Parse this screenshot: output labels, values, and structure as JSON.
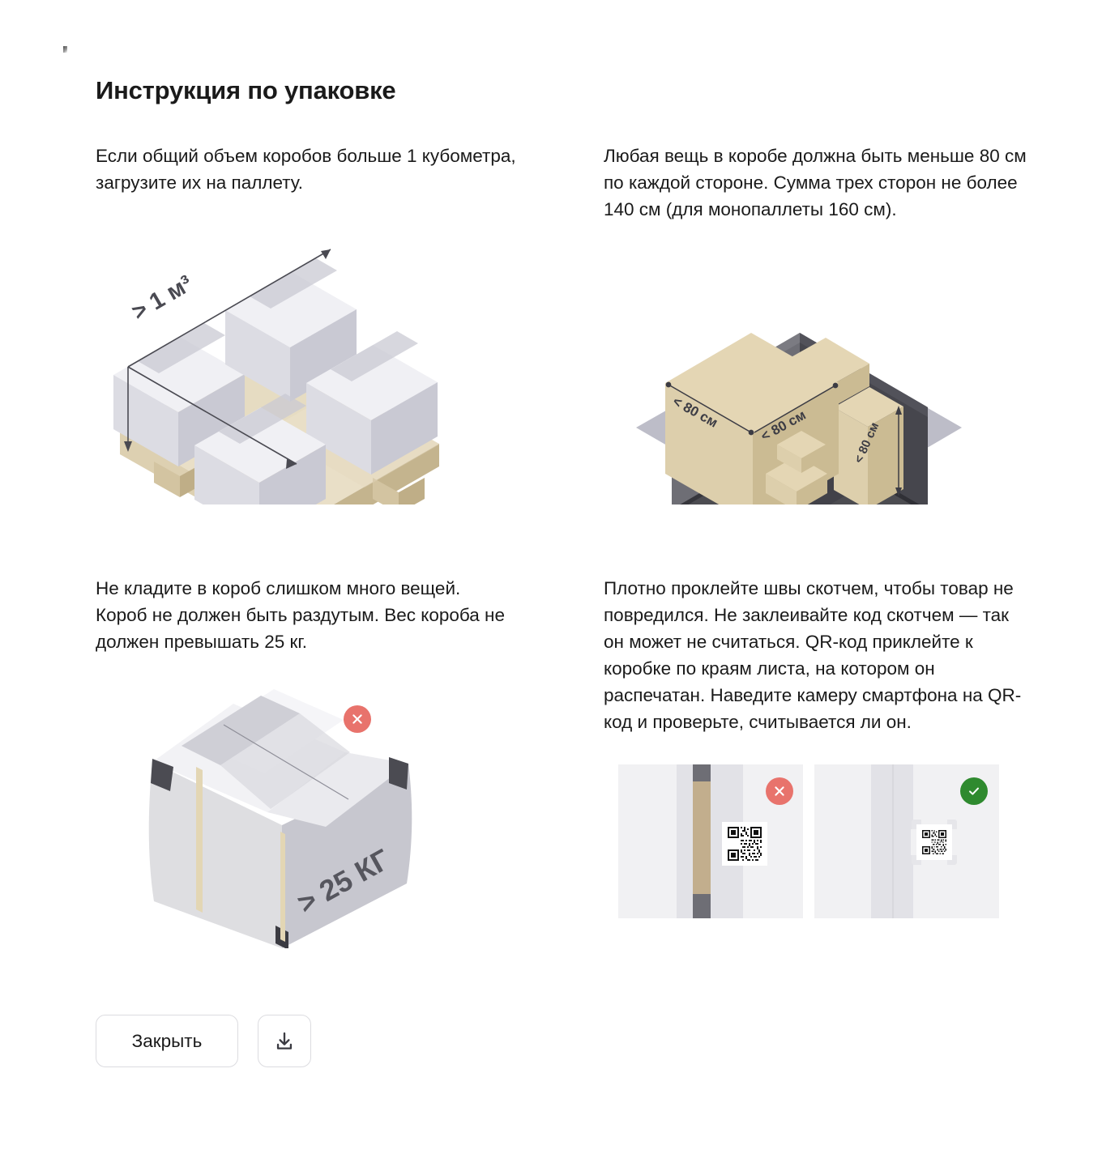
{
  "document": {
    "title": "Инструкция по упаковке"
  },
  "sections": [
    {
      "id": "pallet",
      "text": "Если общий объем коробов больше 1 кубометра, загрузите их на паллету.",
      "figure": {
        "name": "pallet-with-boxes-illustration",
        "labels": [
          "> 1 м³"
        ],
        "colors": {
          "box_top": "#f0f0f4",
          "box_left": "#d9d9e0",
          "box_right": "#c9c9d3",
          "pallet_top": "#e9dfc7",
          "pallet_front": "#d9cbab",
          "pallet_side": "#c4b48e",
          "arrow": "#4a4a52"
        }
      }
    },
    {
      "id": "dimensions",
      "text": "Любая вещь в коробе должна быть меньше 80 см по каждой стороне. Сумма трех сторон не более 140 см (для монопаллеты 160 см).",
      "figure": {
        "name": "box-dimensions-illustration",
        "labels": [
          "< 80 см",
          "< 80 см",
          "< 80 см"
        ],
        "colors": {
          "wall_left": "#6e6e75",
          "wall_right": "#46464d",
          "floor": "#bdbdc8",
          "carton_top": "#e4d6b4",
          "carton_left": "#ddcfac",
          "carton_right": "#cbbb93"
        }
      }
    },
    {
      "id": "weight",
      "text": "Не кладите в короб слишком много вещей. Короб не должен быть раздутым. Вес короба не должен превышать 25 кг.",
      "figure": {
        "name": "overstuffed-box-illustration",
        "labels": [
          "> 25 КГ"
        ],
        "status": "invalid",
        "colors": {
          "flap": "#f2f2f5",
          "box_left": "#dededf",
          "box_right": "#c7c7cf",
          "edge_dark": "#4b4b52",
          "badge_error": "#e8736c"
        }
      }
    },
    {
      "id": "tape-and-qr",
      "text": "Плотно проклейте швы скотчем, чтобы товар не повредился. Не заклеивайте код скотчем — так он может не считаться. QR-код приклейте к коробке по краям листа, на котором он распечатан. Наведите камеру смартфона на QR-код и проверьте, считывается ли он.",
      "figure": {
        "name": "qr-placement-examples",
        "panels": [
          {
            "id": "bad",
            "status": "invalid",
            "badge_color": "#e8736c",
            "tape_color": "#c2ae8d",
            "tape_cap_color": "#6e6e75"
          },
          {
            "id": "good",
            "status": "valid",
            "badge_color": "#2f8a2f",
            "seam_color": "#d8d8dd"
          }
        ]
      }
    }
  ],
  "footer": {
    "close_label": "Закрыть",
    "download_icon": "download-icon"
  }
}
